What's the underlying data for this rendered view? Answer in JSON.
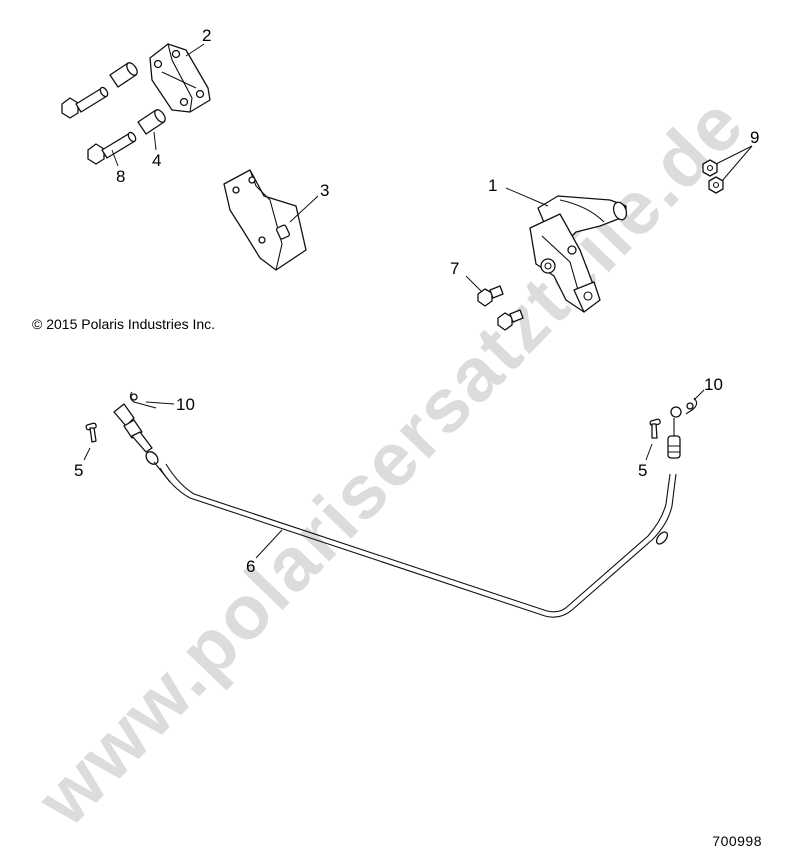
{
  "copyright": "© 2015 Polaris Industries Inc.",
  "diagram_number": "700998",
  "watermark": "www.polarisersatzteile.de",
  "callouts": {
    "c1": "1",
    "c2": "2",
    "c3": "3",
    "c4": "4",
    "c5a": "5",
    "c5b": "5",
    "c6": "6",
    "c7": "7",
    "c8": "8",
    "c9": "9",
    "c10a": "10",
    "c10b": "10"
  },
  "colors": {
    "line": "#111111",
    "watermark": "#d6d6d6",
    "background": "#ffffff"
  }
}
